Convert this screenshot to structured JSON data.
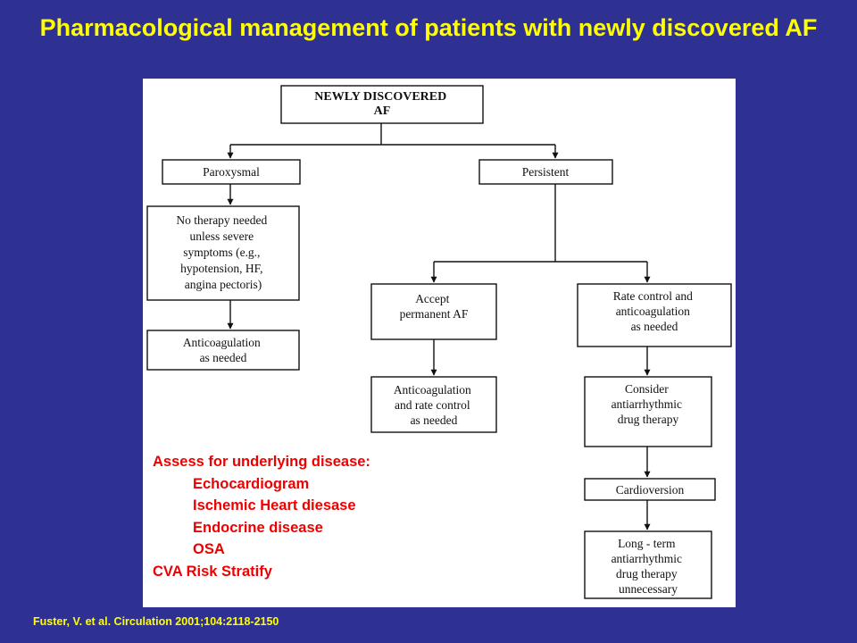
{
  "title": "Pharmacological management of patients with newly discovered AF",
  "flowchart": {
    "root": [
      "NEWLY DISCOVERED",
      "AF"
    ],
    "paroxysmal": [
      "Paroxysmal"
    ],
    "persistent": [
      "Persistent"
    ],
    "no_therapy": [
      "No therapy needed",
      "unless severe",
      "symptoms (e.g.,",
      "hypotension, HF,",
      "angina pectoris)"
    ],
    "parox_anticoag": [
      "Anticoagulation",
      "as needed"
    ],
    "accept_permanent": [
      "Accept",
      "permanent AF"
    ],
    "rate_control": [
      "Rate control and",
      "anticoagulation",
      "as needed"
    ],
    "anticoag_rate": [
      "Anticoagulation",
      "and rate control",
      "as needed"
    ],
    "consider_aad": [
      "Consider",
      "antiarrhythmic",
      "drug therapy"
    ],
    "cardioversion": [
      "Cardioversion"
    ],
    "long_term": [
      "Long - term",
      "antiarrhythmic",
      "drug therapy",
      "unnecessary"
    ]
  },
  "assess": {
    "heading": "Assess for underlying disease:",
    "items": [
      "Echocardiogram",
      "Ischemic Heart diesase",
      "Endocrine disease",
      "OSA"
    ],
    "footer": "CVA Risk Stratify"
  },
  "citation": "Fuster, V. et al. Circulation 2001;104:2118-2150",
  "colors": {
    "background": "#2e3192",
    "title": "#ffff00",
    "assess_text": "#ee0000",
    "panel": "#ffffff"
  }
}
